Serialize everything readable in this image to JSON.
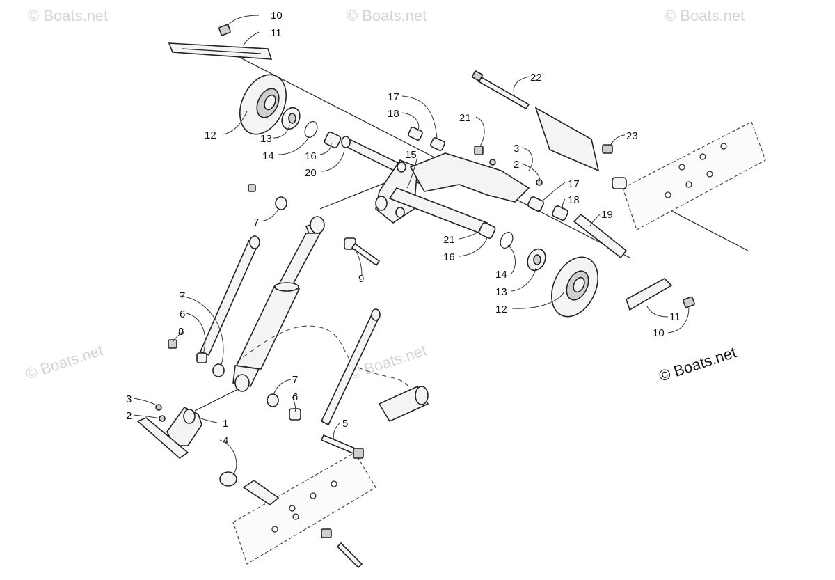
{
  "watermark": {
    "faint_text": "© Boats.net",
    "main_text": "© Boats.net"
  },
  "callouts": [
    {
      "id": "c10a",
      "label": "10"
    },
    {
      "id": "c11a",
      "label": "11"
    },
    {
      "id": "c12a",
      "label": "12"
    },
    {
      "id": "c13a",
      "label": "13"
    },
    {
      "id": "c14a",
      "label": "14"
    },
    {
      "id": "c16a",
      "label": "16"
    },
    {
      "id": "c20",
      "label": "20"
    },
    {
      "id": "c15",
      "label": "15"
    },
    {
      "id": "c17a",
      "label": "17"
    },
    {
      "id": "c18a",
      "label": "18"
    },
    {
      "id": "c21a",
      "label": "21"
    },
    {
      "id": "c3a",
      "label": "3"
    },
    {
      "id": "c2a",
      "label": "2"
    },
    {
      "id": "c22",
      "label": "22"
    },
    {
      "id": "c23",
      "label": "23"
    },
    {
      "id": "c17b",
      "label": "17"
    },
    {
      "id": "c18b",
      "label": "18"
    },
    {
      "id": "c19",
      "label": "19"
    },
    {
      "id": "c21b",
      "label": "21"
    },
    {
      "id": "c16b",
      "label": "16"
    },
    {
      "id": "c14b",
      "label": "14"
    },
    {
      "id": "c13b",
      "label": "13"
    },
    {
      "id": "c12b",
      "label": "12"
    },
    {
      "id": "c11b",
      "label": "11"
    },
    {
      "id": "c10b",
      "label": "10"
    },
    {
      "id": "c7a",
      "label": "7"
    },
    {
      "id": "c9",
      "label": "9"
    },
    {
      "id": "c7b",
      "label": "7"
    },
    {
      "id": "c6a",
      "label": "6"
    },
    {
      "id": "c8",
      "label": "8"
    },
    {
      "id": "c7c",
      "label": "7"
    },
    {
      "id": "c6b",
      "label": "6"
    },
    {
      "id": "c3b",
      "label": "3"
    },
    {
      "id": "c2b",
      "label": "2"
    },
    {
      "id": "c1",
      "label": "1"
    },
    {
      "id": "c4",
      "label": "4"
    },
    {
      "id": "c5",
      "label": "5"
    }
  ]
}
